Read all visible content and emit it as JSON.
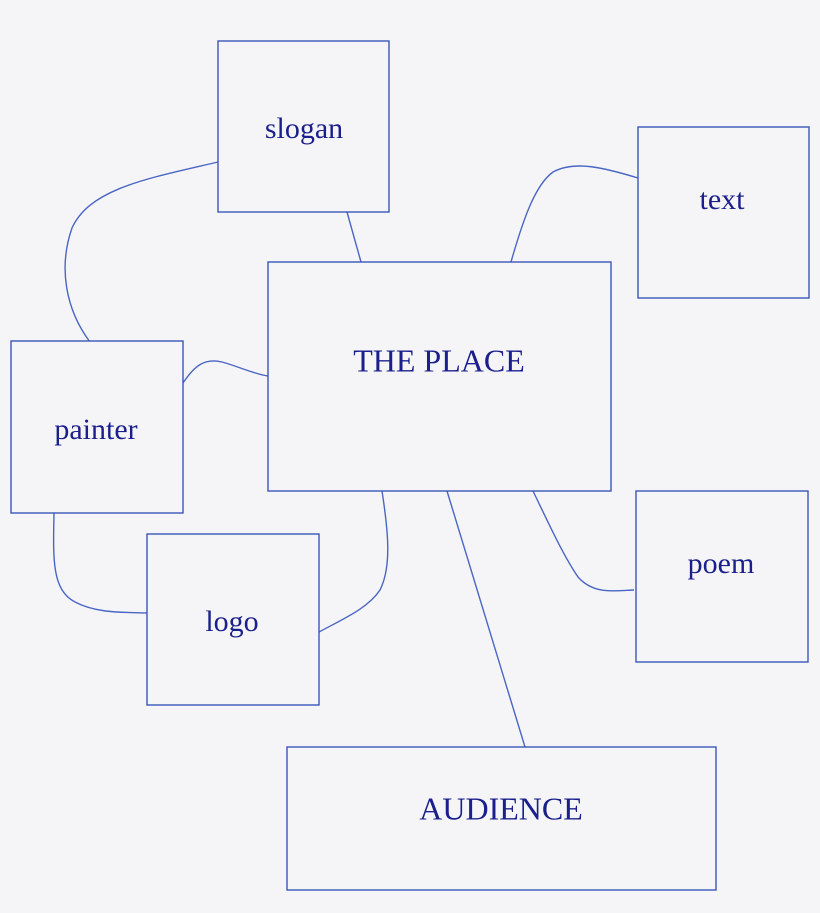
{
  "colors": {
    "background": "#f5f5f7",
    "stroke": "#3a56b8",
    "text": "#1a1f8c"
  },
  "nodes": {
    "slogan": "slogan",
    "text": "text",
    "the_place": "THE PLACE",
    "painter": "painter",
    "poem": "poem",
    "logo": "logo",
    "audience": "AUDIENCE"
  }
}
